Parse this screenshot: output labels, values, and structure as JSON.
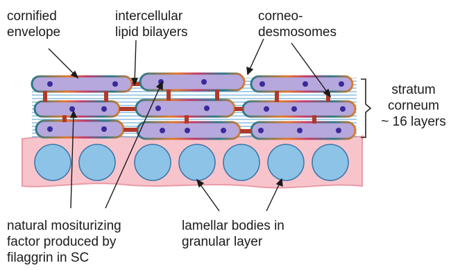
{
  "labels": {
    "cornified_envelope": [
      "cornified",
      "envelope"
    ],
    "intercellular_lipid": [
      "intercellular",
      "lipid bilayers"
    ],
    "corneodesmosomes": [
      "corneo-",
      "desmosomes"
    ],
    "stratum_corneum": [
      "stratum",
      "corneum",
      "~ 16 layers"
    ],
    "nmf": [
      "natural mositurizing",
      "factor produced by",
      "filaggrin in SC"
    ],
    "lamellar_bodies": [
      "lamellar bodies in",
      "granular layer"
    ]
  },
  "colors": {
    "cell_fill": "#b6a8dc",
    "cell_border": "#2a7a8a",
    "envelope_accent": "#e07a2a",
    "nucleus": "#3a2a9a",
    "desmosome": "#b03a2a",
    "lipid_lines": "#6aaed8",
    "granular_fill": "#f8c4cc",
    "granular_border": "#e89aa6",
    "lamellar_body": "#8ec3e8",
    "lamellar_border": "#3a78a8"
  }
}
